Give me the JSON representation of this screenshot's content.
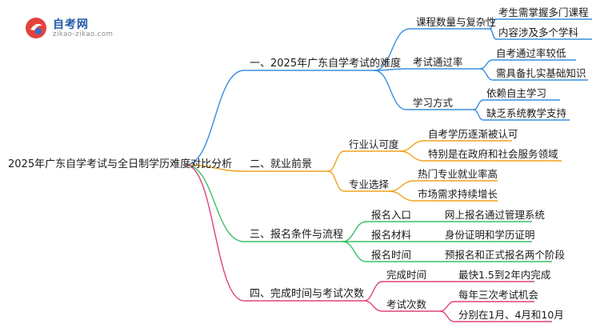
{
  "logo": {
    "title": "自考网",
    "url": "zikao-zikao.com"
  },
  "colors": {
    "blue": "#3b8de0",
    "orange": "#f0a31c",
    "green": "#3bbf6a",
    "pink": "#e0407a"
  },
  "mindmap": {
    "root": "2025年广东自学考试与全日制学历难度对比分析",
    "branches": [
      {
        "label": "一、2025年广东自学考试的难度",
        "children": [
          {
            "label": "课程数量与复杂性",
            "children": [
              "考生需掌握多门课程",
              "内容涉及多个学科"
            ]
          },
          {
            "label": "考试通过率",
            "children": [
              "自考通过率较低",
              "需具备扎实基础知识"
            ]
          },
          {
            "label": "学习方式",
            "children": [
              "依赖自主学习",
              "缺乏系统教学支持"
            ]
          }
        ]
      },
      {
        "label": "二、就业前景",
        "children": [
          {
            "label": "行业认可度",
            "children": [
              "自考学历逐渐被认可",
              "特别是在政府和社会服务领域"
            ]
          },
          {
            "label": "专业选择",
            "children": [
              "热门专业就业率高",
              "市场需求持续增长"
            ]
          }
        ]
      },
      {
        "label": "三、报名条件与流程",
        "children": [
          {
            "label": "报名入口",
            "children": [
              "网上报名通过管理系统"
            ]
          },
          {
            "label": "报名材料",
            "children": [
              "身份证明和学历证明"
            ]
          },
          {
            "label": "报名时间",
            "children": [
              "预报名和正式报名两个阶段"
            ]
          }
        ]
      },
      {
        "label": "四、完成时间与考试次数",
        "children": [
          {
            "label": "完成时间",
            "children": [
              "最快1.5到2年内完成"
            ]
          },
          {
            "label": "考试次数",
            "children": [
              "每年三次考试机会",
              "分别在1月、4月和10月"
            ]
          }
        ]
      }
    ]
  }
}
